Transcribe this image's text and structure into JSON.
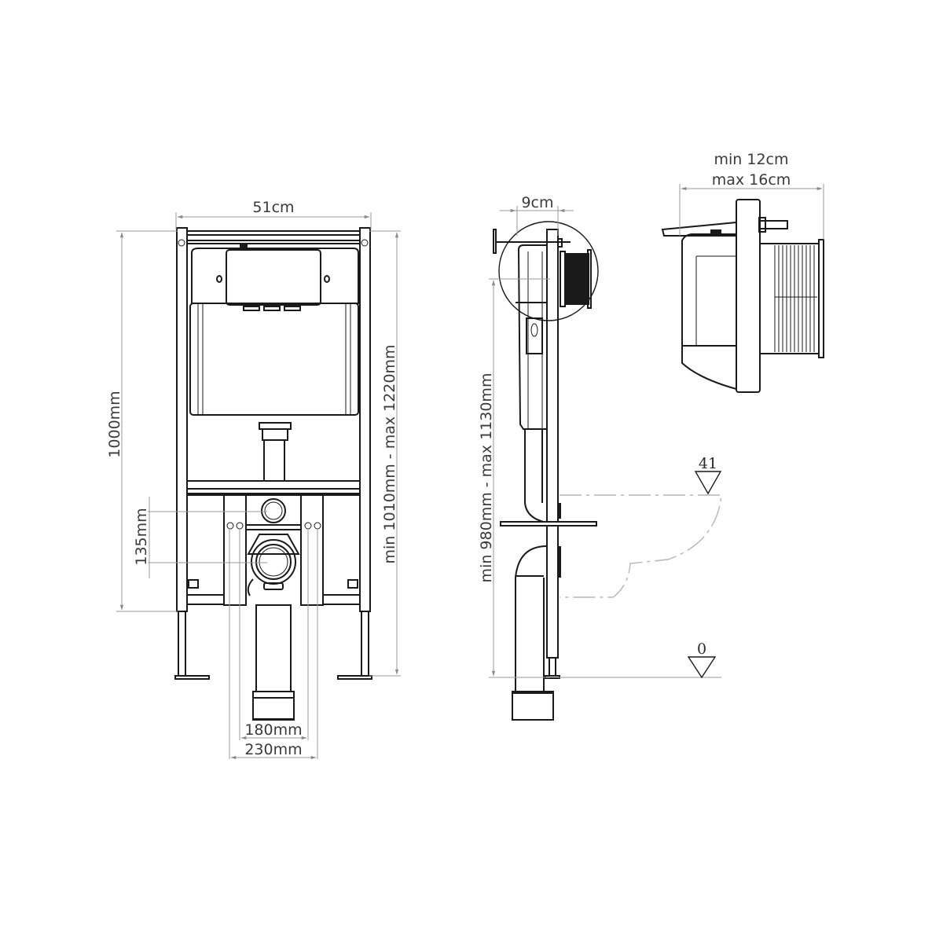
{
  "drawing": {
    "title": "Concealed WC frame installation drawing",
    "line_color": "#1a1a1a",
    "dimension_color": "#9a9a9a",
    "background": "#ffffff"
  },
  "front_view": {
    "width_label": "51cm",
    "height_label": "1000mm",
    "outlet_offset_label": "135mm",
    "adjustable_height_label": "min 1010mm - max 1220mm",
    "inner_leg_spacing_label": "180mm",
    "outer_leg_spacing_label": "230mm"
  },
  "side_view": {
    "depth_label": "9cm",
    "adjustable_height_label": "min 980mm - max 1130mm",
    "bowl_level_marker": "41",
    "floor_level_marker": "0"
  },
  "detail_view": {
    "depth_min_label": "min 12cm",
    "depth_max_label": "max 16cm"
  }
}
